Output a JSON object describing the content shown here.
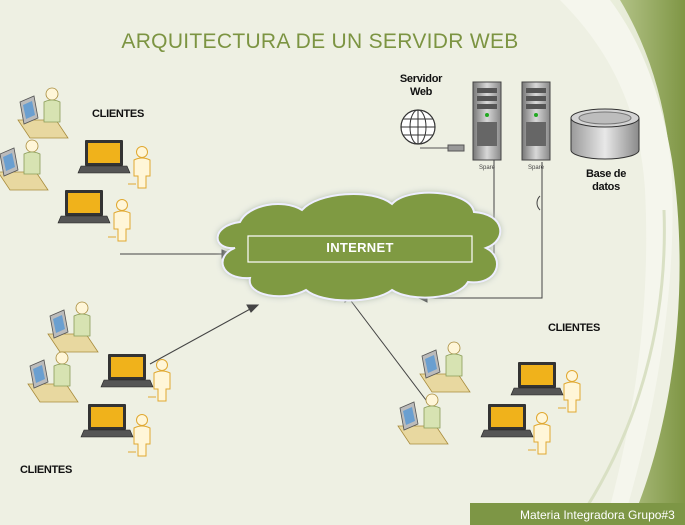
{
  "diagram": {
    "title": "ARQUITECTURA DE UN SERVIDR WEB",
    "internet_label": "INTERNET",
    "clients_label_top": "CLIENTES",
    "clients_label_right": "CLIENTES",
    "clients_label_bottom": "CLIENTES",
    "web_server_label": [
      "Servidor",
      "Web"
    ],
    "database_label": [
      "Base de",
      "datos"
    ],
    "server_tag_1": "Spare",
    "server_tag_2": "Spare",
    "footer": "Materia Integradora Grupo#3"
  },
  "colors": {
    "background": "#eef0e3",
    "title": "#7c9442",
    "cloud": "#7f9a42",
    "accent_band": "#92a85a",
    "screen": "#f0b21b"
  }
}
